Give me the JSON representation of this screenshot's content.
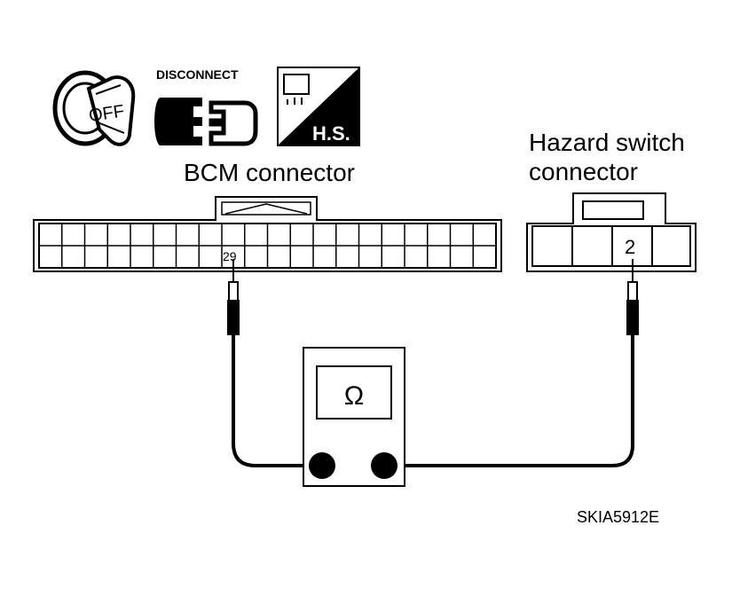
{
  "icons": {
    "ignition": {
      "name": "ignition-key-off-icon",
      "text": "OFF"
    },
    "disconnect": {
      "name": "disconnect-connector-icon",
      "text": "DISCONNECT"
    },
    "harness_side": {
      "name": "harness-side-icon",
      "text": "H.S."
    }
  },
  "bcm_connector": {
    "label": "BCM connector",
    "pin": "29"
  },
  "hazard_connector": {
    "label_line1": "Hazard switch",
    "label_line2": "connector",
    "pin": "2"
  },
  "meter": {
    "symbol": "Ω",
    "icon": "ohmmeter-icon"
  },
  "figure_code": "SKIA5912E",
  "colors": {
    "ink": "#000000",
    "background": "#ffffff"
  }
}
